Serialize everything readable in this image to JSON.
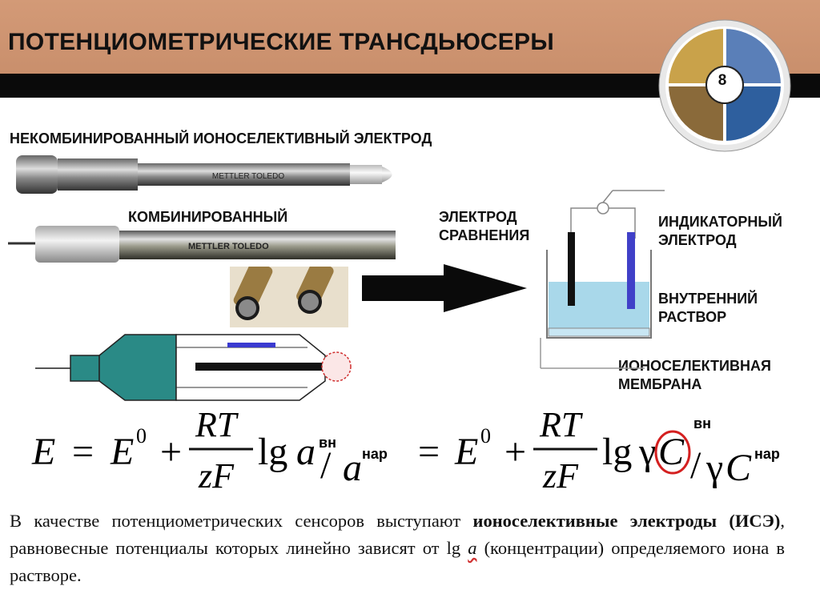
{
  "slide": {
    "title": "ПОТЕНЦИОМЕТРИЧЕСКИЕ ТРАНСДЬЮСЕРЫ",
    "page_number": "8"
  },
  "labels": {
    "uncombined": "НЕКОМБИНИРОВАННЫЙ ИОНОСЕЛЕКТИВНЫЙ ЭЛЕКТРОД",
    "combined": "КОМБИНИРОВАННЫЙ",
    "reference_1": "ЭЛЕКТРОД",
    "reference_2": "СРАВНЕНИЯ",
    "indicator_1": "ИНДИКАТОРНЫЙ",
    "indicator_2": "ЭЛЕКТРОД",
    "inner_1": "ВНУТРЕННИЙ",
    "inner_2": "РАСТВОР",
    "membrane_1": "ИОНОСЕЛЕКТИВНАЯ",
    "membrane_2": "МЕМБРАНА"
  },
  "electrode_prints": {
    "top_brand": "METTLER TOLEDO",
    "bottom_brand": "METTLER TOLEDO"
  },
  "formula": {
    "E": "E",
    "eq1": "=",
    "E0_base": "E",
    "E0_sup": "0",
    "plus1": "+",
    "num": "RT",
    "den": "zF",
    "lg": "lg",
    "a": "a",
    "sup_in": "вн",
    "slash": "/",
    "sup_out": "нар",
    "eq2": "=",
    "E0b_base": "E",
    "E0b_sup": "0",
    "plus2": "+",
    "num2": "RT",
    "den2": "zF",
    "lg2": "lg",
    "gamma": "γ",
    "C": "C"
  },
  "body": {
    "p1": "В качестве потенциометрических сенсоров выступают",
    "bold1": "ионоселективные электроды (ИСЭ)",
    "p2": ", равновесные потенциалы которых линейно зависят от",
    "lg": "lg",
    "a": "a",
    "p3": "(концентрации) определяемого иона в растворе."
  },
  "colors": {
    "title_band": "#d39a77",
    "solution": "#a9d8ea",
    "electrode_blue": "#4040c8",
    "teal": "#2a8a86",
    "highlight_red": "#d42020"
  }
}
